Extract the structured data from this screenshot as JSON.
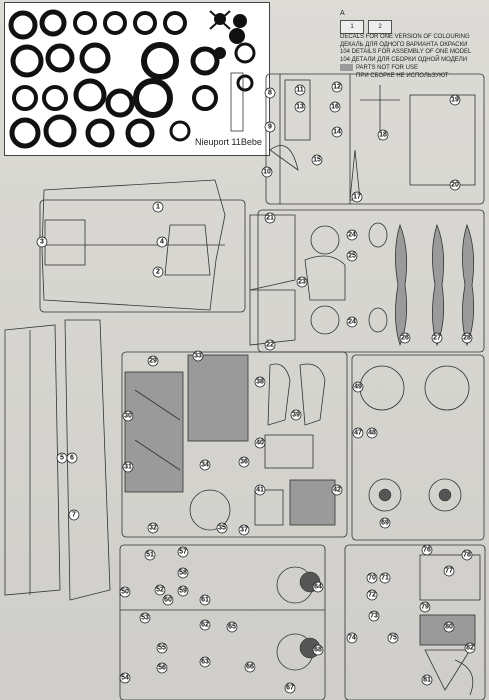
{
  "decals": {
    "caption": "Nieuport 11Bebe"
  },
  "legend": {
    "group_letter": "A",
    "box_left": "1",
    "box_right": "2",
    "line_1": "DECALS FOR ONE VERSION OF COLOURING",
    "line_2": "ДЕКАЛЬ ДЛЯ ОДНОГО ВАРИАНТА ОКРАСКИ",
    "line_3": "104 DETAILS FOR ASSEMBLY OF ONE MODEL",
    "line_4": "104 ДЕТАЛИ ДЛЯ СБОРКИ ОДНОЙ МОДЕЛИ",
    "line_5": "PARTS NOT FOR USE",
    "line_6": "ПРИ СБОРКЕ НЕ ИСПОЛЬЗУЮТ",
    "swatch_color": "#9a9a9a"
  },
  "parts": {
    "p1": "1",
    "p2": "2",
    "p3": "3",
    "p4": "4",
    "p5": "5",
    "p6": "6",
    "p7": "7",
    "p8": "8",
    "p9": "9",
    "p10": "10",
    "p11": "11",
    "p12": "12",
    "p13": "13",
    "p14": "14",
    "p15": "15",
    "p16": "16",
    "p17": "17",
    "p18": "18",
    "p19": "19",
    "p20": "20",
    "p21": "21",
    "p22": "22",
    "p23": "23",
    "p24": "24",
    "p25": "25",
    "p26": "26",
    "p27": "27",
    "p28": "28",
    "p29": "29",
    "p30": "30",
    "p31": "31",
    "p32": "32",
    "p33": "33",
    "p34": "34",
    "p35": "35",
    "p36": "36",
    "p37": "37",
    "p38": "38",
    "p39": "39",
    "p40": "40",
    "p41": "41",
    "p42": "42",
    "p47": "47",
    "p48": "48",
    "p49": "49",
    "p50": "50",
    "p51": "51",
    "p52": "52",
    "p53": "53",
    "p54": "54",
    "p55": "55",
    "p56": "56",
    "p57": "57",
    "p58": "58",
    "p59": "59",
    "p60": "60",
    "p61": "61",
    "p62": "62",
    "p63": "63",
    "p64": "64",
    "p65": "65",
    "p66": "66",
    "p67": "67",
    "p68": "68",
    "p69": "69",
    "p70": "70",
    "p71": "71",
    "p72": "72",
    "p73": "73",
    "p74": "74",
    "p75": "75",
    "p76": "76",
    "p77": "77",
    "p78": "78",
    "p79": "79",
    "p80": "80",
    "p81": "81",
    "p82": "82"
  }
}
